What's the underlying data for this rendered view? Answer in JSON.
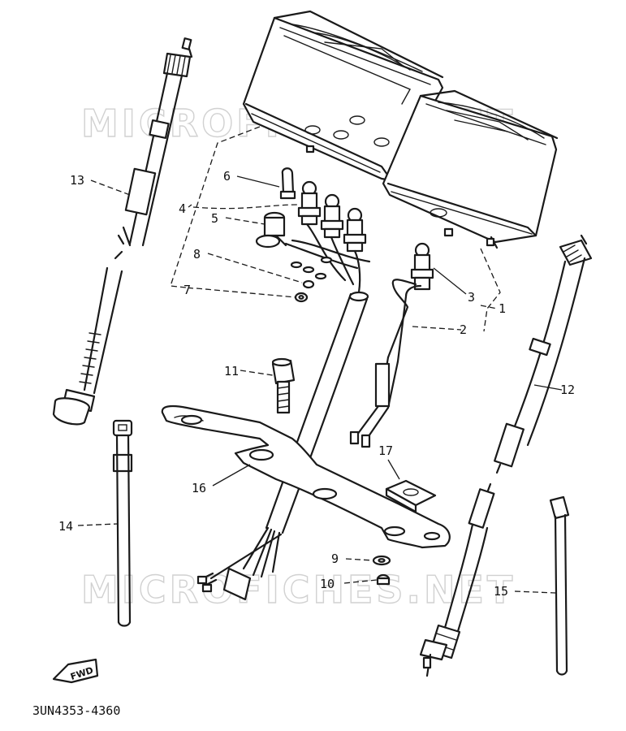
{
  "watermarks": [
    "MICROFICHES.NET",
    "MICROFICHES.NET"
  ],
  "drawing_code": "3UN4353-4360",
  "direction_marker": "FWD",
  "callouts": [
    {
      "id": "c1",
      "label": "1"
    },
    {
      "id": "c2",
      "label": "2"
    },
    {
      "id": "c3",
      "label": "3"
    },
    {
      "id": "c4",
      "label": "4"
    },
    {
      "id": "c5",
      "label": "5"
    },
    {
      "id": "c6",
      "label": "6"
    },
    {
      "id": "c7",
      "label": "7"
    },
    {
      "id": "c8",
      "label": "8"
    },
    {
      "id": "c9",
      "label": "9"
    },
    {
      "id": "c10",
      "label": "10"
    },
    {
      "id": "c11",
      "label": "11"
    },
    {
      "id": "c12",
      "label": "12"
    },
    {
      "id": "c13",
      "label": "13"
    },
    {
      "id": "c14",
      "label": "14"
    },
    {
      "id": "c15",
      "label": "15"
    },
    {
      "id": "c16",
      "label": "16"
    },
    {
      "id": "c17",
      "label": "17"
    }
  ]
}
